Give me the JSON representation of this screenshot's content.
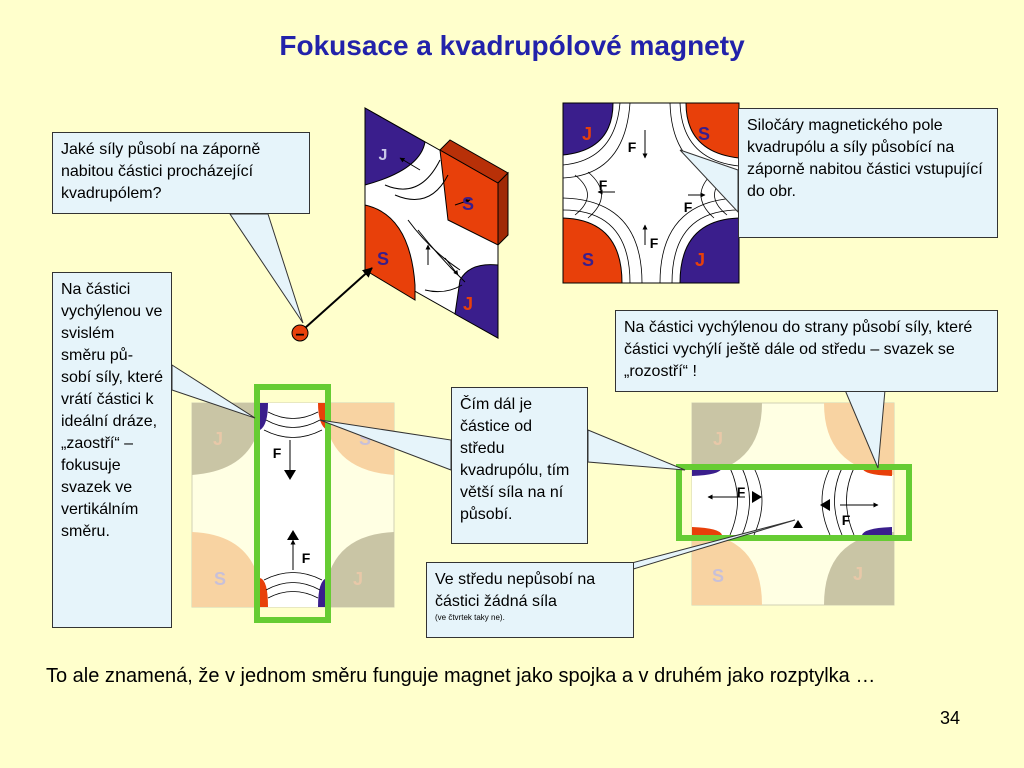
{
  "title": "Fokusace a kvadrupólové magnety",
  "callouts": {
    "question": "Jaké síly působí na záporně nabitou částici procházející kvadrupólem?",
    "field_lines": "Siločáry magnetického pole kvadrupólu a síly působící na záporně nabitou částici vstupující do obr.",
    "vertical": "Na částici vychýlenou ve svislém směru pů-sobí síly, které vrátí částici k ideální dráze, „zaostří“ – fokusuje svazek ve vertikálním směru.",
    "horizontal": "Na částici vychýlenou do strany působí síly, které částici vychýlí ještě dále od středu – svazek se „rozostří“ !",
    "distance": "Čím dál je částice od středu kvadrupólu, tím větší síla na ní působí.",
    "center": "Ve středu nepůsobí na částici žádná síla",
    "center_note": "(ve čtvrtek taky ne)."
  },
  "labels": {
    "north": "J",
    "south": "S",
    "force": "F",
    "minus": "−"
  },
  "bottom_text": "To ale znamená, že v jednom směru funguje magnet jako spojka a v druhém jako rozptylka …",
  "page_number": "34",
  "colors": {
    "north": "#3A1E8C",
    "south": "#E8400A",
    "frame": "#66CC33",
    "title": "#2222AA",
    "callout": "#E6F4FA"
  }
}
